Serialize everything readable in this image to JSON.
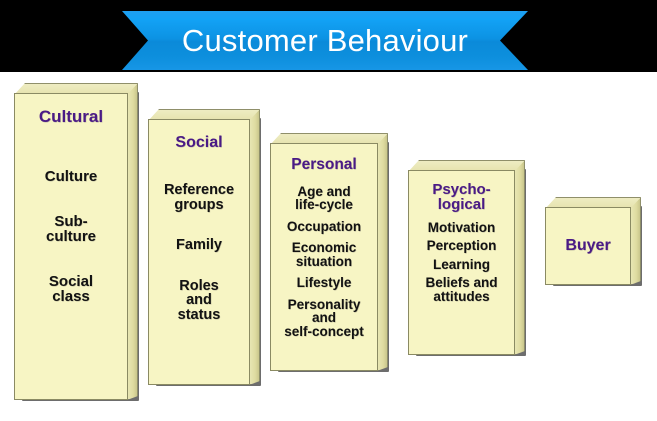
{
  "banner": {
    "title": "Customer Behaviour",
    "background_color": "#0c93e4",
    "text_color": "#ffffff",
    "band_color": "#000000"
  },
  "palette": {
    "box_face": "#f7f5c4",
    "box_side": "#dedba0",
    "box_border": "#8a8a63",
    "shadow": "#6d6d6d",
    "header_text": "#4a1a86",
    "item_text": "#121212"
  },
  "boxes": [
    {
      "id": "cultural",
      "header": "Cultural",
      "items": [
        "Culture",
        "Sub-\nculture",
        "Social\nclass"
      ]
    },
    {
      "id": "social",
      "header": "Social",
      "items": [
        "Reference\ngroups",
        "Family",
        "Roles\nand\nstatus"
      ]
    },
    {
      "id": "personal",
      "header": "Personal",
      "items": [
        "Age and\nlife-cycle",
        "Occupation",
        "Economic\nsituation",
        "Lifestyle",
        "Personality\nand\nself-concept"
      ]
    },
    {
      "id": "psychological",
      "header": "Psycho-\nlogical",
      "items": [
        "Motivation",
        "Perception",
        "Learning",
        "Beliefs and\nattitudes"
      ]
    },
    {
      "id": "buyer",
      "header": "Buyer",
      "items": []
    }
  ]
}
